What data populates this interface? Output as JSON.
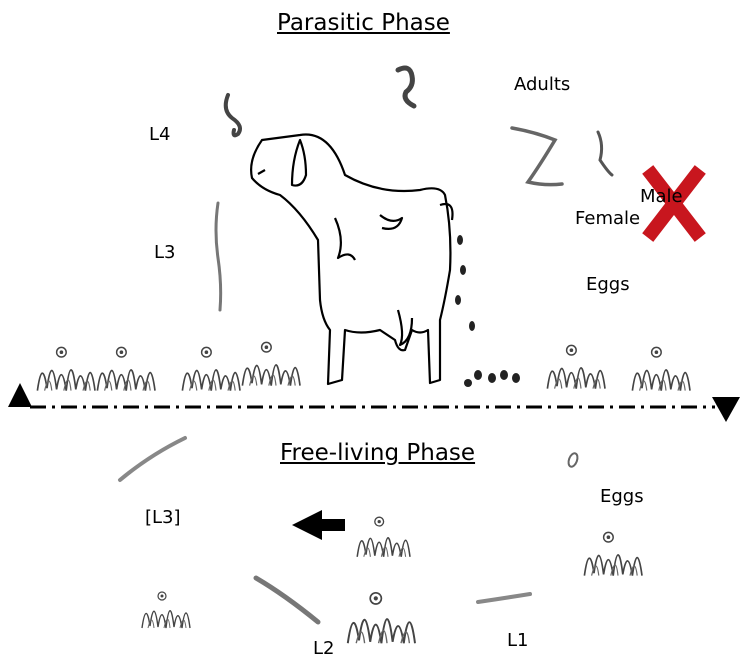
{
  "diagram": {
    "parasitic_heading": "Parasitic Phase",
    "freeliving_heading": "Free-living Phase",
    "labels": {
      "adults": "Adults",
      "male": "Male",
      "female": "Female",
      "eggs_parasitic": "Eggs",
      "l4": "L4",
      "l3": "L3",
      "eggs_free": "Eggs",
      "l3_bracket": "[L3]",
      "l2": "L2",
      "l1": "L1"
    },
    "marks": {
      "cross_color": "#c8161e",
      "boundary_style": "dash-dot"
    }
  }
}
